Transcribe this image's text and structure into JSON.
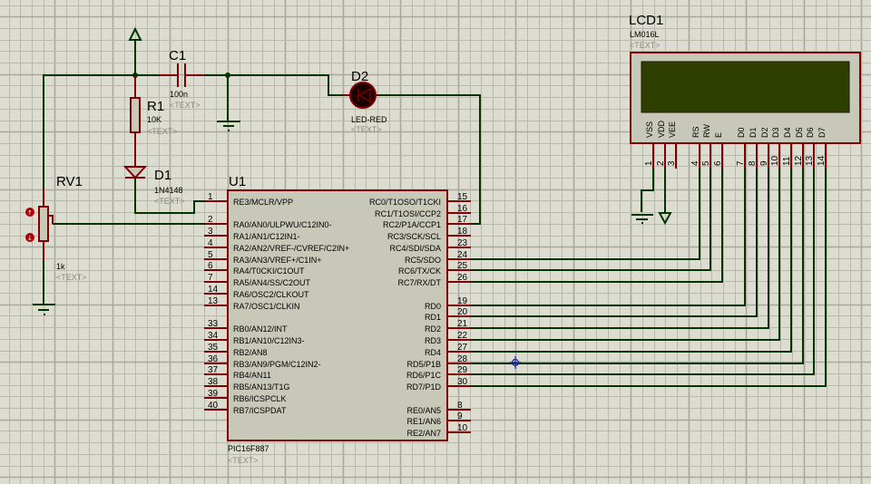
{
  "app": {
    "kind": "schematic-capture",
    "background": "#dcdcd0",
    "wire_color": "#003300",
    "pin_color": "#800000",
    "body_fill": "#c8c8b8",
    "lcd_screen": "#2e3f00"
  },
  "placeholder_text": "<TEXT>",
  "components": {
    "c1": {
      "ref": "C1",
      "value": "100n"
    },
    "r1": {
      "ref": "R1",
      "value": "10K"
    },
    "d1": {
      "ref": "D1",
      "value": "1N4148"
    },
    "d2": {
      "ref": "D2",
      "value": "LED-RED"
    },
    "rv1": {
      "ref": "RV1",
      "value": "1k"
    },
    "u1": {
      "ref": "U1",
      "value": "PIC16F887"
    },
    "lcd1": {
      "ref": "LCD1",
      "value": "LM016L"
    }
  },
  "u1_pins_left": [
    {
      "num": "1",
      "name": "RE3/MCLR/VPP"
    },
    {
      "num": "2",
      "name": "RA0/AN0/ULPWU/C12IN0-"
    },
    {
      "num": "3",
      "name": "RA1/AN1/C12IN1-"
    },
    {
      "num": "4",
      "name": "RA2/AN2/VREF-/CVREF/C2IN+"
    },
    {
      "num": "5",
      "name": "RA3/AN3/VREF+/C1IN+"
    },
    {
      "num": "6",
      "name": "RA4/T0CKI/C1OUT"
    },
    {
      "num": "7",
      "name": "RA5/AN4/SS/C2OUT"
    },
    {
      "num": "14",
      "name": "RA6/OSC2/CLKOUT"
    },
    {
      "num": "13",
      "name": "RA7/OSC1/CLKIN"
    },
    {
      "num": "33",
      "name": "RB0/AN12/INT"
    },
    {
      "num": "34",
      "name": "RB1/AN10/C12IN3-"
    },
    {
      "num": "35",
      "name": "RB2/AN8"
    },
    {
      "num": "36",
      "name": "RB3/AN9/PGM/C12IN2-"
    },
    {
      "num": "37",
      "name": "RB4/AN11"
    },
    {
      "num": "38",
      "name": "RB5/AN13/T1G"
    },
    {
      "num": "39",
      "name": "RB6/ICSPCLK"
    },
    {
      "num": "40",
      "name": "RB7/ICSPDAT"
    }
  ],
  "u1_pins_right": [
    {
      "num": "15",
      "name": "RC0/T1OSO/T1CKI"
    },
    {
      "num": "16",
      "name": "RC1/T1OSI/CCP2"
    },
    {
      "num": "17",
      "name": "RC2/P1A/CCP1"
    },
    {
      "num": "18",
      "name": "RC3/SCK/SCL"
    },
    {
      "num": "23",
      "name": "RC4/SDI/SDA"
    },
    {
      "num": "24",
      "name": "RC5/SDO"
    },
    {
      "num": "25",
      "name": "RC6/TX/CK"
    },
    {
      "num": "26",
      "name": "RC7/RX/DT"
    },
    {
      "num": "19",
      "name": "RD0"
    },
    {
      "num": "20",
      "name": "RD1"
    },
    {
      "num": "21",
      "name": "RD2"
    },
    {
      "num": "22",
      "name": "RD3"
    },
    {
      "num": "27",
      "name": "RD4"
    },
    {
      "num": "28",
      "name": "RD5/P1B"
    },
    {
      "num": "29",
      "name": "RD6/P1C"
    },
    {
      "num": "30",
      "name": "RD7/P1D"
    },
    {
      "num": "8",
      "name": "RE0/AN5"
    },
    {
      "num": "9",
      "name": "RE1/AN6"
    },
    {
      "num": "10",
      "name": "RE2/AN7"
    }
  ],
  "lcd_pins": [
    {
      "num": "1",
      "name": "VSS"
    },
    {
      "num": "2",
      "name": "VDD"
    },
    {
      "num": "3",
      "name": "VEE"
    },
    {
      "num": "4",
      "name": "RS"
    },
    {
      "num": "5",
      "name": "RW"
    },
    {
      "num": "6",
      "name": "E"
    },
    {
      "num": "7",
      "name": "D0"
    },
    {
      "num": "8",
      "name": "D1"
    },
    {
      "num": "9",
      "name": "D2"
    },
    {
      "num": "10",
      "name": "D3"
    },
    {
      "num": "11",
      "name": "D4"
    },
    {
      "num": "12",
      "name": "D5"
    },
    {
      "num": "13",
      "name": "D6"
    },
    {
      "num": "14",
      "name": "D7"
    }
  ]
}
